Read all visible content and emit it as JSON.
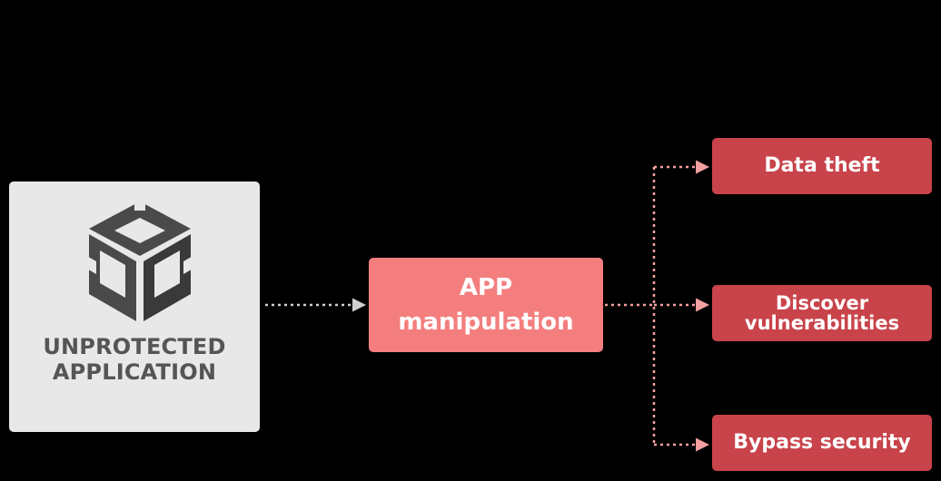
{
  "source": {
    "label_line1": "UNPROTECTED",
    "label_line2": "APPLICATION",
    "icon": "unity-cube-logo"
  },
  "center": {
    "line1": "APP",
    "line2": "manipulation"
  },
  "outcomes": [
    {
      "lines": [
        "Data theft"
      ]
    },
    {
      "lines": [
        "Discover",
        "vulnerabilities"
      ]
    },
    {
      "lines": [
        "Bypass security"
      ]
    }
  ],
  "colors": {
    "background": "#000000",
    "source_card": "#e8e8e8",
    "source_text": "#555555",
    "center_box": "#f47e7e",
    "outcome_box": "#c8434a",
    "arrow_gray": "#d0d0d0",
    "arrow_pink": "#f5a0a0"
  }
}
